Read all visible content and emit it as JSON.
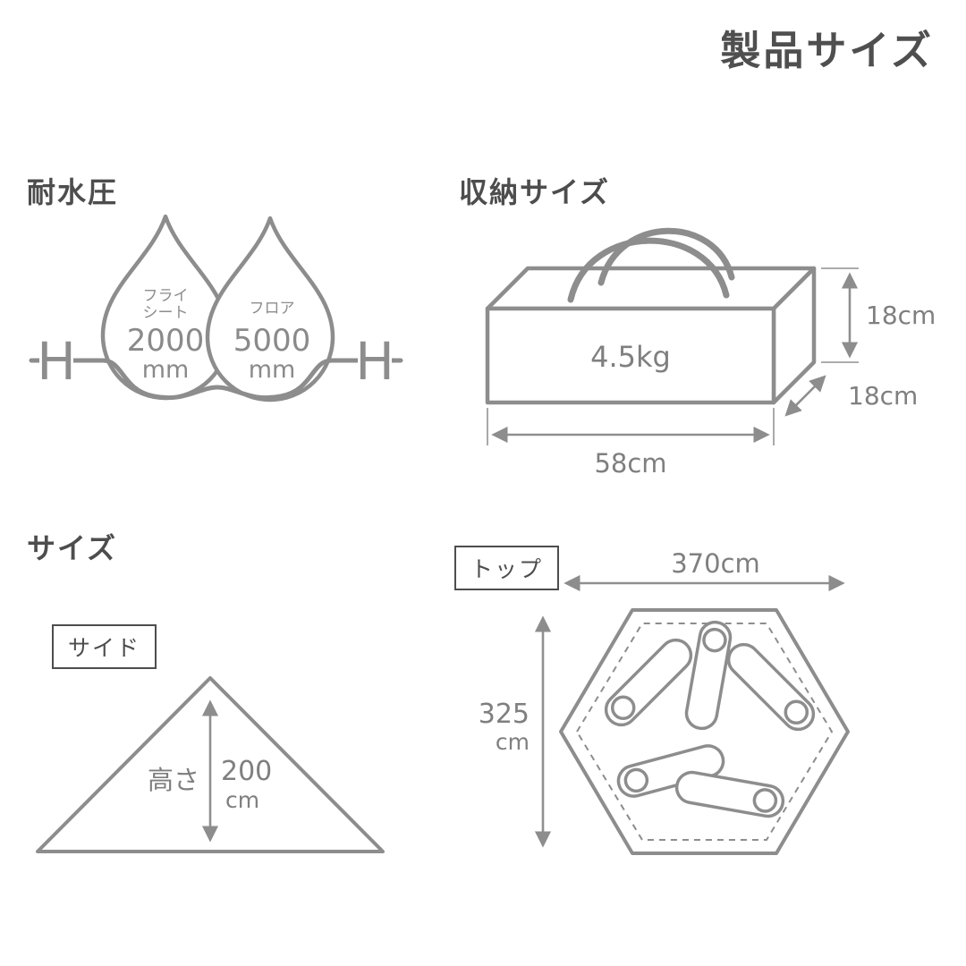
{
  "title": "製品サイズ",
  "palette": {
    "line": "#8d8d8d",
    "heading": "#4d4d4d",
    "value_text": "#7f7f7f"
  },
  "water_resistance": {
    "heading": "耐水圧",
    "symbol_left": "H",
    "symbol_right": "H",
    "drops": [
      {
        "label_line1": "フライ",
        "label_line2": "シート",
        "value": "2000",
        "unit": "mm"
      },
      {
        "label_line1": "フロア",
        "value": "5000",
        "unit": "mm"
      }
    ]
  },
  "storage_size": {
    "heading": "収納サイズ",
    "weight": "4.5kg",
    "height": "18cm",
    "depth": "18cm",
    "width": "58cm"
  },
  "tent_size": {
    "heading": "サイズ",
    "side_view": {
      "badge": "サイド",
      "height_label": "高さ",
      "height_value": "200",
      "height_unit": "cm"
    },
    "top_view": {
      "badge": "トップ",
      "width": "370cm",
      "depth_value": "325",
      "depth_unit": "cm"
    }
  }
}
